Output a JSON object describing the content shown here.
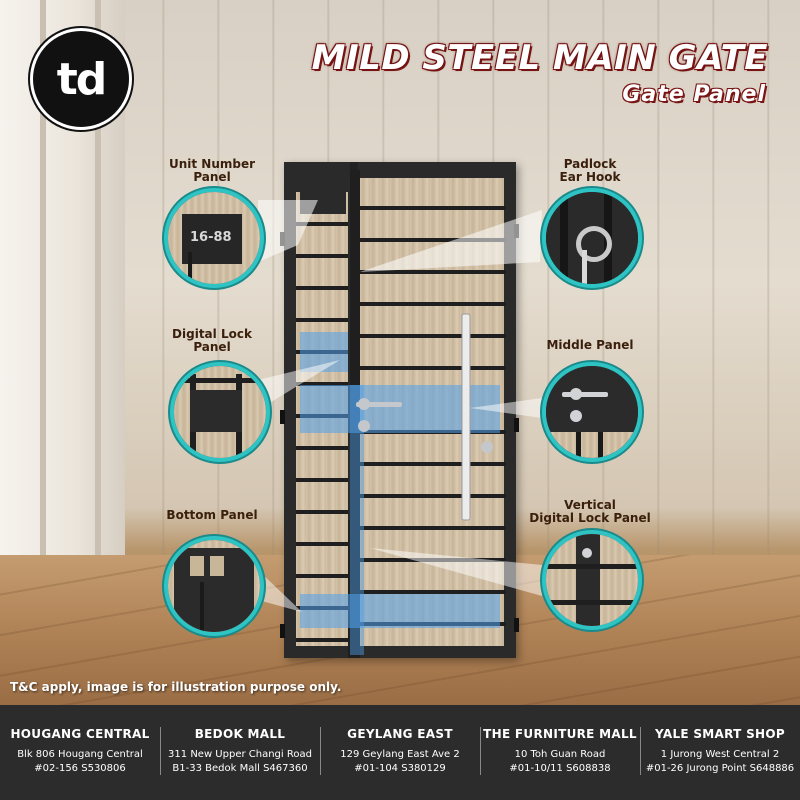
{
  "logo": {
    "text": "td"
  },
  "header": {
    "title": "MILD STEEL MAIN GATE",
    "subtitle": "Gate Panel"
  },
  "callouts": {
    "unit_number": {
      "label_line1": "Unit Number",
      "label_line2": "Panel",
      "plate": "16-88"
    },
    "digital_lock": {
      "label_line1": "Digital Lock",
      "label_line2": "Panel"
    },
    "bottom": {
      "label_line1": "Bottom Panel",
      "label_line2": ""
    },
    "padlock": {
      "label_line1": "Padlock",
      "label_line2": "Ear Hook"
    },
    "middle": {
      "label_line1": "Middle Panel",
      "label_line2": ""
    },
    "vertical_lock": {
      "label_line1": "Vertical",
      "label_line2": "Digital Lock Panel"
    }
  },
  "disclaimer": "T&C apply, image is for illustration purpose only.",
  "stores": [
    {
      "name": "HOUGANG CENTRAL",
      "line1": "Blk 806 Hougang Central",
      "line2": "#02-156 S530806"
    },
    {
      "name": "BEDOK MALL",
      "line1": "311 New Upper Changi Road",
      "line2": "B1-33 Bedok Mall S467360"
    },
    {
      "name": "GEYLANG EAST",
      "line1": "129 Geylang East Ave 2",
      "line2": "#01-104 S380129"
    },
    {
      "name": "THE FURNITURE MALL",
      "line1": "10 Toh Guan Road",
      "line2": "#01-10/11 S608838"
    },
    {
      "name": "YALE SMART SHOP",
      "line1": "1 Jurong West Central 2",
      "line2": "#01-26 Jurong Point S648886"
    }
  ],
  "colors": {
    "accent_ring": "#2fc4c4",
    "title_outline": "#7a1515",
    "footer_bg": "#2c2c2c"
  }
}
